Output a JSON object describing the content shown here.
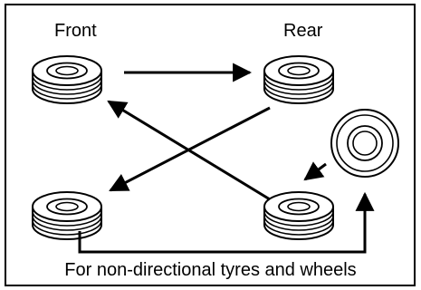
{
  "labels": {
    "front": "Front",
    "rear": "Rear",
    "caption": "For non-directional tyres and wheels"
  },
  "colors": {
    "stroke": "#000000",
    "background": "#ffffff"
  }
}
